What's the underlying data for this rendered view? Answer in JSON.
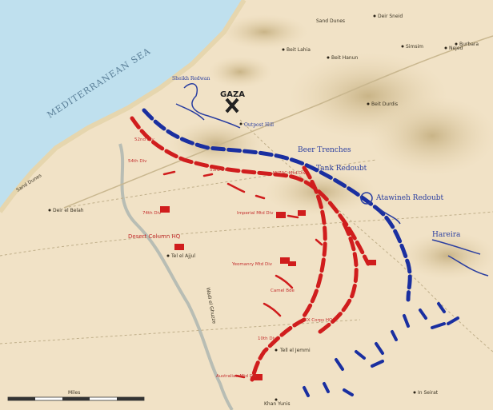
{
  "map": {
    "sea_label": "MEDITERRANEAN SEA",
    "city": "GAZA",
    "sand_dunes_top": "Sand Dunes",
    "sand_dunes_left": "Sand Dunes",
    "wadi": "Wadi el Ghuzze",
    "turkish_positions": [
      "Outpost Hill",
      "Sheikh Redwan",
      "Beer Trenches",
      "Tank Redoubt",
      "Atawineh Redoubt",
      "Hareira"
    ],
    "places": [
      "Deir Sneid",
      "Simsim",
      "Burbara",
      "Nejed",
      "Beit Lahia",
      "Beit Hanun",
      "Beit Durdis",
      "Tel el Ajjul",
      "Deir el Belah",
      "Tell el Jemmi",
      "In Seirat",
      "Khan Yunis"
    ],
    "british_units": [
      "52nd Div",
      "54th Div",
      "53rd Div",
      "Desert Column HQ",
      "74th Div",
      "Imperial Mtd Div",
      "ANZAC Mtd Div",
      "Yeomanry Mtd Div",
      "Camel Bde",
      "XX Corps HQ",
      "Australian Mtd Div",
      "10th Div"
    ],
    "scale_label": "Miles",
    "colors": {
      "sea": "#bfe0ee",
      "land": "#f1e2c6",
      "hills": "#d8c7a2",
      "british": "#d01d1d",
      "ottoman": "#1a2fa0"
    }
  }
}
